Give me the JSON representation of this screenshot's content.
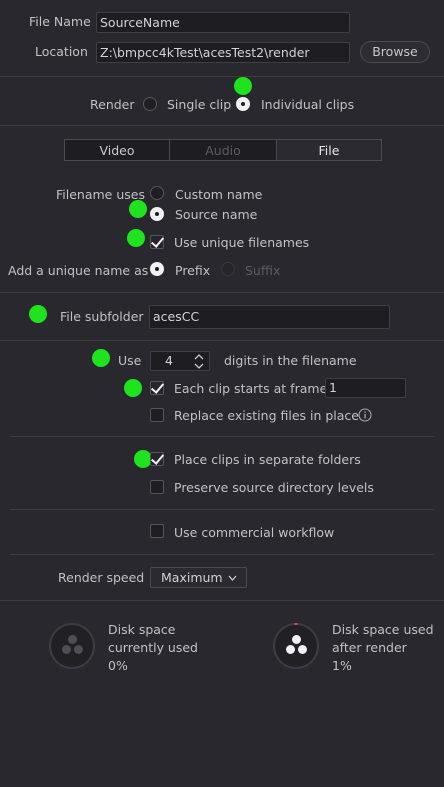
{
  "location_section": {
    "file_name_label": "File Name",
    "file_name_value": "SourceName",
    "location_label": "Location",
    "location_value": "Z:\\bmpcc4kTest\\acesTest2\\render",
    "browse_label": "Browse"
  },
  "render": {
    "label": "Render",
    "options": [
      "Single clip",
      "Individual clips"
    ],
    "selected": "Individual clips"
  },
  "tabs": [
    {
      "label": "Video",
      "state": "normal"
    },
    {
      "label": "Audio",
      "state": "disabled"
    },
    {
      "label": "File",
      "state": "active"
    }
  ],
  "filename_uses": {
    "label": "Filename uses",
    "options": [
      "Custom name",
      "Source name"
    ],
    "selected": "Source name"
  },
  "unique_filenames": {
    "label": "Use unique filenames",
    "checked": true
  },
  "unique_name_as": {
    "label": "Add a unique name as",
    "options": [
      "Prefix",
      "Suffix"
    ],
    "selected": "Prefix"
  },
  "subfolder": {
    "label": "File subfolder",
    "value": "acesCC"
  },
  "digits": {
    "use_label": "Use",
    "value": "4",
    "suffix_label": "digits in the filename"
  },
  "start_frame": {
    "label": "Each clip starts at frame",
    "checked": true,
    "value": "1"
  },
  "replace_existing": {
    "label": "Replace existing files in place",
    "checked": false,
    "info_icon": "info-icon"
  },
  "separate_folders": {
    "label": "Place clips in separate folders",
    "checked": true
  },
  "preserve_levels": {
    "label": "Preserve source directory levels",
    "checked": false
  },
  "commercial": {
    "label": "Use commercial workflow",
    "checked": false
  },
  "render_speed": {
    "label": "Render speed",
    "value": "Maximum"
  },
  "disk": {
    "current_line1": "Disk space",
    "current_line2": "currently used",
    "current_value": "0%",
    "after_line1": "Disk space used",
    "after_line2": "after render",
    "after_value": "1%"
  },
  "colors": {
    "background": "#28282e",
    "marker": "#1fe31f",
    "text": "#c2c2c5",
    "accent_red": "#e04a4a"
  }
}
